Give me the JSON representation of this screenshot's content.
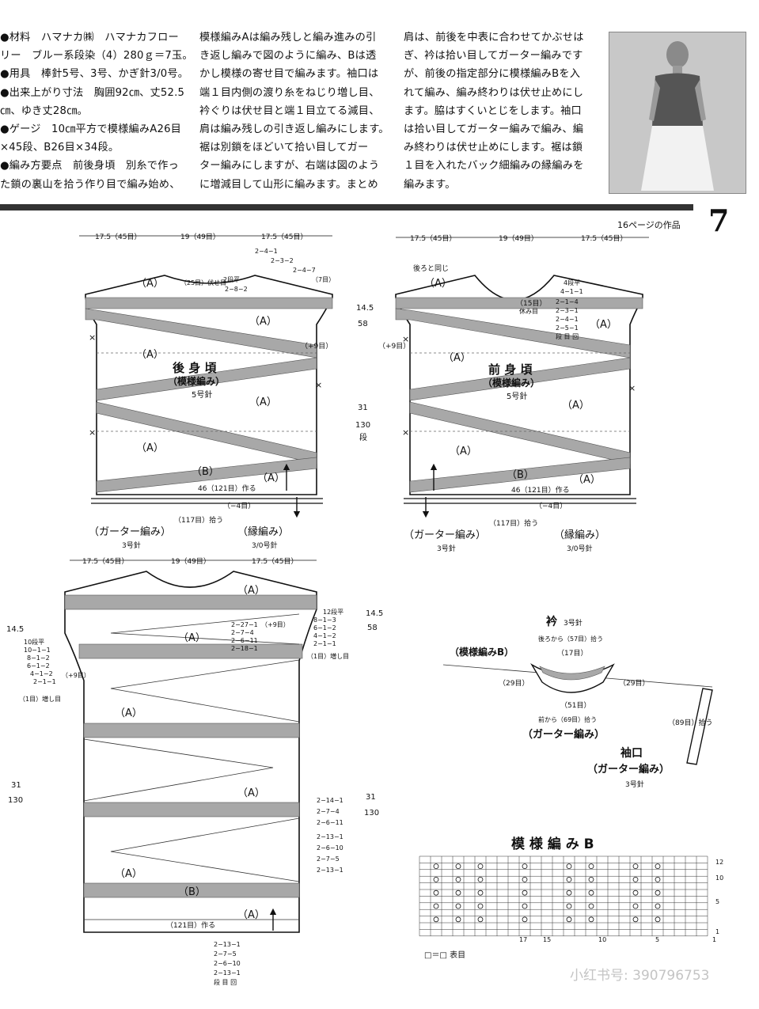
{
  "intro": {
    "col1": [
      "●材料　ハマナカ㈱　ハマナカフロー",
      "リー　ブルー系段染（4）280ｇ＝7玉。",
      "●用具　棒針5号、3号、かぎ針3/0号。",
      "●出来上がり寸法　胸囲92㎝、丈52.5",
      "㎝、ゆき丈28㎝。",
      "●ゲージ　10㎝平方で模様編みA26目",
      "×45段、B26目×34段。",
      "●編み方要点　前後身頃　別糸で作っ",
      "た鎖の裏山を拾う作り目で編み始め、"
    ],
    "col2": [
      "模様編みAは編み残しと編み進みの引",
      "き返し編みで図のように編み、Bは透",
      "かし模様の寄せ目で編みます。袖口は",
      "端１目内側の渡り糸をねじり増し目、",
      "衿ぐりは伏せ目と端１目立てる減目、",
      "肩は編み残しの引き返し編みにします。",
      "裾は別鎖をほどいて拾い目してガー",
      "ター編みにしますが、右端は図のよう",
      "に増減目して山形に編みます。まとめ"
    ],
    "col3": [
      "肩は、前後を中表に合わせてかぶせは",
      "ぎ、衿は拾い目してガーター編みです",
      "が、前後の指定部分に模様編みBを入",
      "れて編み、編み終わりは伏せ止めにし",
      "ます。脇はすくいとじをします。袖口",
      "は拾い目してガーター編みで編み、編",
      "み終わりは伏せ止めにします。裾は鎖",
      "１目を入れたバック細編みの縁編みを",
      "編みます。"
    ]
  },
  "header": {
    "page_number": "7",
    "caption": "16ページの作品"
  },
  "top_widths": {
    "a": "17.5（45目）",
    "b": "19（49目）",
    "c": "17.5（45目）"
  },
  "back": {
    "title": "後 身 頃",
    "pattern": "（模様編み）",
    "needle": "5号針",
    "cast": "46（121目）作る",
    "dec": "（−4目）",
    "pick": "（117目）拾う",
    "garter": "（ガーター編み）",
    "garter_needle": "3号針",
    "edge": "（縁編み）",
    "edge_needle": "3/0号針",
    "neck": "（25目）伏せ目",
    "neck_note": "2段平",
    "neck_note2": "2−8−2",
    "shoulder": [
      "2−4−1",
      "2−3−2",
      "2−4−7"
    ],
    "shoulder_st": "（7目）",
    "plus9": "（+9目）",
    "len": "31",
    "rows": "130",
    "armhole": "14.5",
    "armhole_rows": "58"
  },
  "front": {
    "title": "前 身 頃",
    "pattern": "（模様編み）",
    "needle": "5号針",
    "same_as_back": "後ろと同じ",
    "neck_st": "（15目）",
    "neck_rest": "休み目",
    "neck_dec": [
      "4段平",
      "4−1−1",
      "2−1−4",
      "2−3−1",
      "2−4−1",
      "2−5−1"
    ],
    "row_st": "段 目 回",
    "plus9": "（+9目）"
  },
  "labels": {
    "A": "（A）",
    "B": "（B）",
    "dan": "段",
    "x": "×"
  },
  "collar": {
    "title": "衿",
    "needle": "3号針",
    "pattern_b": "（模様編みB）",
    "back_pick": "後ろから（57目）拾う",
    "st17": "（17目）",
    "st29": "（29目）",
    "st51": "（51目）",
    "front_pick": "前から（69目）拾う",
    "garter": "（ガーター編み）"
  },
  "sleeve": {
    "title": "袖口",
    "garter": "（ガーター編み）",
    "needle": "3号針",
    "pick": "（89目）拾う"
  },
  "chart_b": {
    "title": "模 様 編 み B",
    "legend": "□＝□ 表目",
    "row_labels": [
      "12",
      "10",
      "5",
      "1"
    ],
    "col_labels": [
      "17",
      "15",
      "10",
      "5",
      "1"
    ]
  },
  "watermark": "小红书号: 390796753",
  "big_sheet": {
    "left_dec": [
      "10段平",
      "10−1−1",
      "8−1−2",
      "6−1−2",
      "4−1−2",
      "2−1−1"
    ],
    "left_inc": "（1目）増し目",
    "right_top": [
      "12段平",
      "8−1−3",
      "6−1−2",
      "4−1−2",
      "2−1−1"
    ],
    "right_inc": "（1目）増し目",
    "short_a": [
      "2−27−1",
      "2−7−4",
      "2−6−11",
      "2−18−1"
    ],
    "star1": [
      "2−14−1",
      "2−7−4",
      "2−6−11"
    ],
    "star2": [
      "2−13−1",
      "2−6−10",
      "2−7−5",
      "2−13−1"
    ],
    "bottom": [
      "2−13−1",
      "2−7−5",
      "2−6−10",
      "2−13−1",
      "段 目 回"
    ],
    "cast": "（121目）作る"
  }
}
